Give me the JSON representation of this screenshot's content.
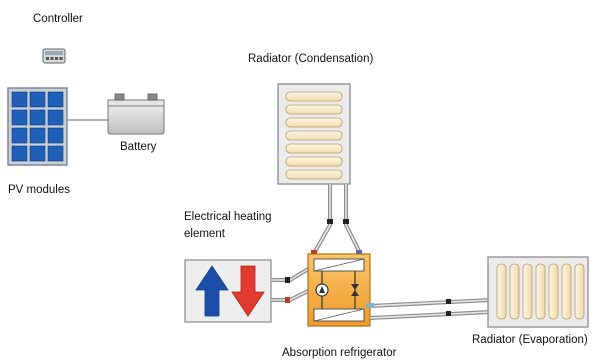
{
  "labels": {
    "controller": "Controller",
    "pv_modules": "PV modules",
    "battery": "Battery",
    "radiator_condensation": "Radiator (Condensation)",
    "heating_line1": "Electrical heating",
    "heating_line2": "element",
    "radiator_evaporation": "Radiator (Evaporation)",
    "absorption_refrigerator": "Absorption refrigerator"
  },
  "colors": {
    "panel_blue": "#1f5fb8",
    "panel_frame": "#8a96a6",
    "radiator_fin": "#fbefd6",
    "refrigerator_orange": "#f6b24a",
    "arrow_blue": "#1a4ea8",
    "arrow_red": "#e23a2e",
    "pipe_gray": "#8c8c8c"
  },
  "icons": [
    "controller-icon",
    "pv-panel-icon",
    "battery-icon",
    "radiator-icon",
    "heating-element-icon",
    "refrigerator-icon",
    "pump-icon"
  ]
}
